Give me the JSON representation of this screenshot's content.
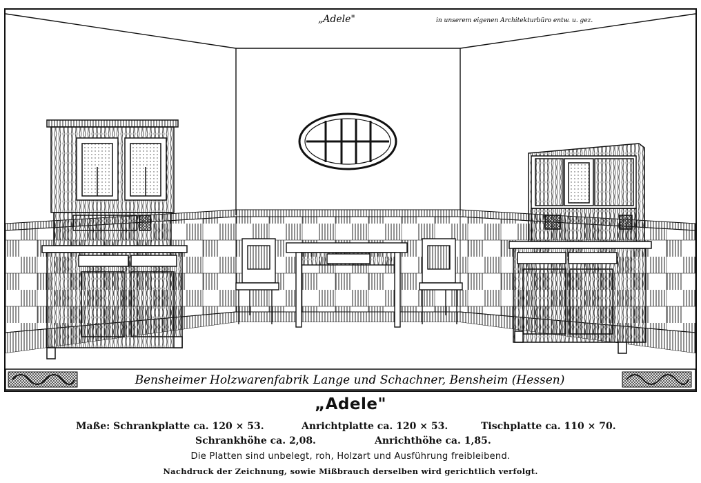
{
  "plate": {
    "title_script": "„Adele\"",
    "architect_note": "in unserem eigenen Architekturbüro entw. u. gez.",
    "banner": "Bensheimer Holzwarenfabrik Lange und Schachner, Bensheim (Hessen)"
  },
  "caption": {
    "title": "„Adele\"",
    "dim_schrankplatte": "Maße: Schrankplatte ca. 120 × 53.",
    "dim_anrichtplatte": "Anrichtplatte ca. 120 × 53.",
    "dim_tischplatte": "Tischplatte ca. 110 × 70.",
    "dim_schrankhoehe": "Schrankhöhe ca. 2,08.",
    "dim_anrichthoehe": "Anrichthöhe ca. 1,85.",
    "note": "Die Platten sind unbelegt, roh, Holzart und Ausführung freibleibend.",
    "warning": "Nachdruck der Zeichnung, sowie Mißbrauch derselben wird gerichtlich verfolgt."
  }
}
